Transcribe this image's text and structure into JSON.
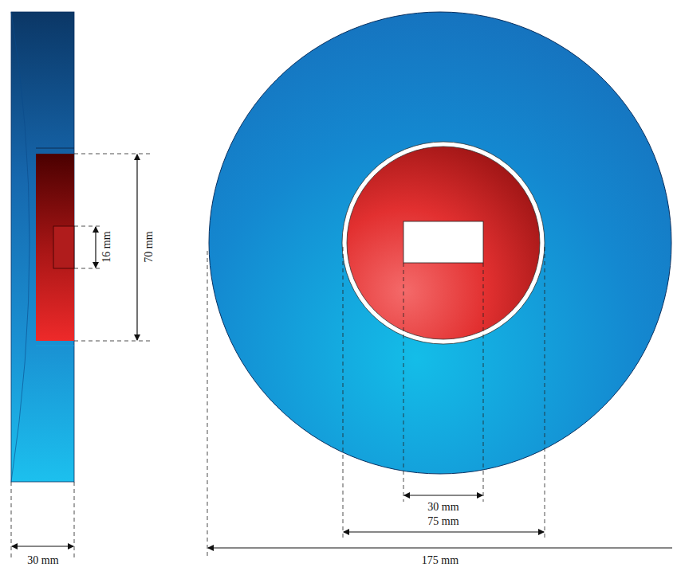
{
  "diagram": {
    "labels": [
      "16 mm",
      "70 mm",
      "30 mm",
      "30 mm",
      "75 mm",
      "175 mm"
    ]
  }
}
